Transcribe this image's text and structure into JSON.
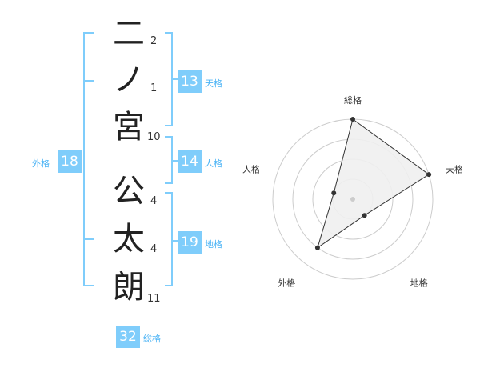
{
  "name_chars": [
    "二",
    "ノ",
    "宮",
    "公",
    "太",
    "朗"
  ],
  "strokes": [
    "2",
    "1",
    "10",
    "4",
    "4",
    "11"
  ],
  "fortunes": {
    "tenkaku": {
      "value": "13",
      "label": "天格"
    },
    "jinkaku": {
      "value": "14",
      "label": "人格"
    },
    "chikaku": {
      "value": "19",
      "label": "地格"
    },
    "gaikaku": {
      "value": "18",
      "label": "外格"
    },
    "soukaku": {
      "value": "32",
      "label": "総格"
    }
  },
  "chart_data": {
    "type": "radar",
    "axes": [
      "総格",
      "天格",
      "地格",
      "外格",
      "人格"
    ],
    "values": [
      1.0,
      1.0,
      0.25,
      0.75,
      0.25
    ],
    "rings": 4,
    "colors": {
      "fill": "#f0f0f0",
      "stroke": "#333333",
      "grid": "#cccccc"
    }
  }
}
